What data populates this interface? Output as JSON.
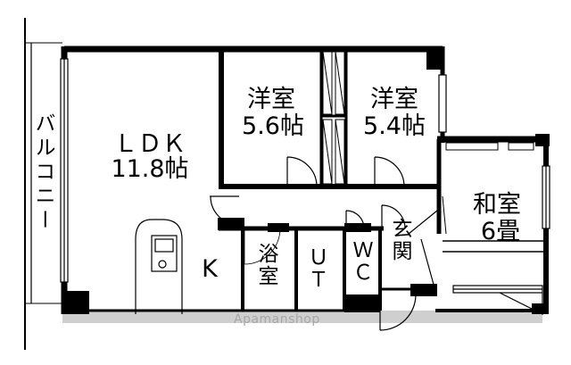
{
  "rooms": {
    "ldk": {
      "name": "ＬＤＫ",
      "size": "11.8帖"
    },
    "western1": {
      "name": "洋室",
      "size": "5.6帖"
    },
    "western2": {
      "name": "洋室",
      "size": "5.4帖"
    },
    "japanese": {
      "name": "和室",
      "size": "6畳"
    },
    "kitchen": "K",
    "bath": "浴室",
    "utility": "ＵＴ",
    "toilet": "ＷＣ",
    "entrance": "玄関",
    "balcony": "バルコニー"
  },
  "watermark": "Apamanshop"
}
